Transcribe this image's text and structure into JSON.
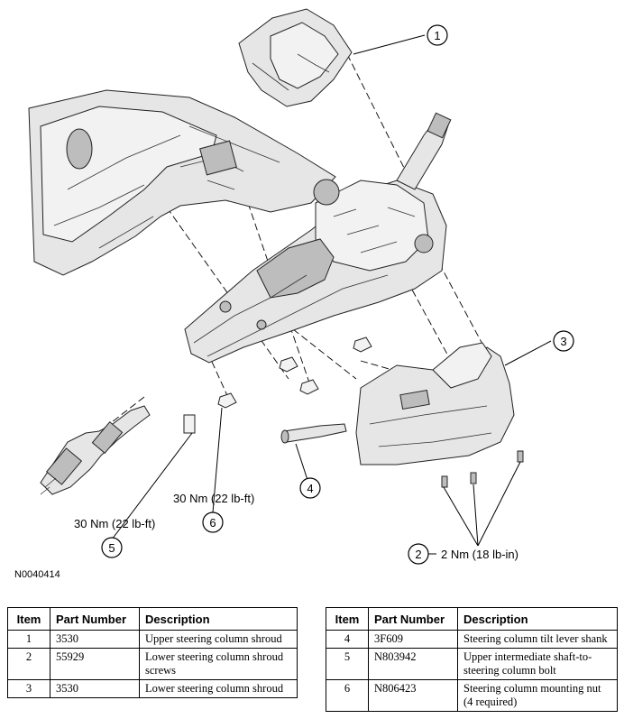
{
  "diagram": {
    "figure_id": "N0040414",
    "callouts": [
      "1",
      "2",
      "3",
      "4",
      "5",
      "6"
    ],
    "torque_labels": {
      "item5": "30 Nm (22 lb-ft)",
      "item6": "30 Nm (22 lb-ft)",
      "item2": "2 Nm (18 lb-in)"
    }
  },
  "table_headers": {
    "item": "Item",
    "part_number": "Part Number",
    "description": "Description"
  },
  "parts_left": [
    {
      "item": "1",
      "part_number": "3530",
      "description": "Upper steering column shroud"
    },
    {
      "item": "2",
      "part_number": "55929",
      "description": "Lower steering column shroud screws"
    },
    {
      "item": "3",
      "part_number": "3530",
      "description": "Lower steering column shroud"
    }
  ],
  "parts_right": [
    {
      "item": "4",
      "part_number": "3F609",
      "description": "Steering column tilt lever shank"
    },
    {
      "item": "5",
      "part_number": "N803942",
      "description": "Upper intermediate shaft-to-steering column bolt"
    },
    {
      "item": "6",
      "part_number": "N806423",
      "description": "Steering column mounting nut (4 required)"
    }
  ]
}
